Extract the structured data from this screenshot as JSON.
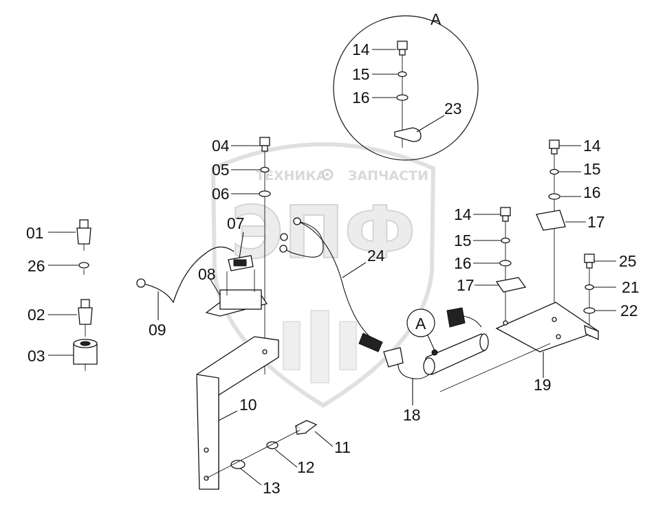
{
  "watermark": {
    "brand_left": "ТЕХНИКА",
    "brand_right": "ЗАПЧАСТИ",
    "logo": "ЭПФ",
    "gear_icon": "gear-icon"
  },
  "detail_labels": {
    "circle_top": "A",
    "circle_small": "A"
  },
  "callouts": {
    "p01": "01",
    "p02": "02",
    "p03": "03",
    "p04": "04",
    "p05": "05",
    "p06": "06",
    "p07": "07",
    "p08": "08",
    "p09": "09",
    "p10": "10",
    "p11": "11",
    "p12": "12",
    "p13": "13",
    "p14a": "14",
    "p15a": "15",
    "p16a": "16",
    "p14b": "14",
    "p15b": "15",
    "p16b": "16",
    "p17b": "17",
    "p14c": "14",
    "p15c": "15",
    "p16c": "16",
    "p17c": "17",
    "p18": "18",
    "p19": "19",
    "p21": "21",
    "p22": "22",
    "p23": "23",
    "p24": "24",
    "p25": "25",
    "p26": "26"
  }
}
